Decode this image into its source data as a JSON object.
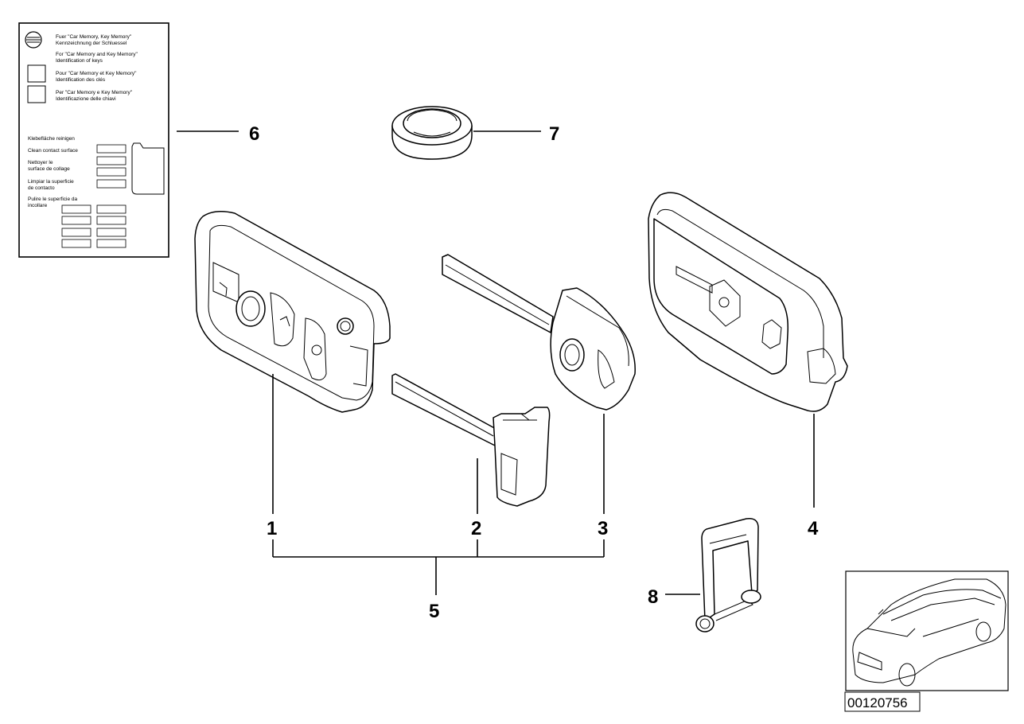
{
  "callouts": {
    "c1": "1",
    "c2": "2",
    "c3": "3",
    "c4": "4",
    "c5": "5",
    "c6": "6",
    "c7": "7",
    "c8": "8"
  },
  "label_card": {
    "de_title": "Fuer \"Car Memory, Key Memory\"",
    "de_sub": "Kennzeichnung der Schluessel",
    "en_title": "For \"Car Memory and Key Memory\"",
    "en_sub": "Identification of keys",
    "fr_title": "Pour \"Car Memory et Key Memory\"",
    "fr_sub": "Identification des clés",
    "it_title": "Per \"Car Memory e Key Memory\"",
    "it_sub": "Identificazione delle chiavi",
    "clean_de": "Klebefläche reinigen",
    "clean_en": "Clean contact surface",
    "clean_fr1": "Nettoyer le",
    "clean_fr2": "surface de collage",
    "clean_es1": "Limpiar la superficie",
    "clean_es2": "de contacto",
    "clean_it1": "Pulire le superficie da",
    "clean_it2": "incollare"
  },
  "reference_id": "00120756"
}
